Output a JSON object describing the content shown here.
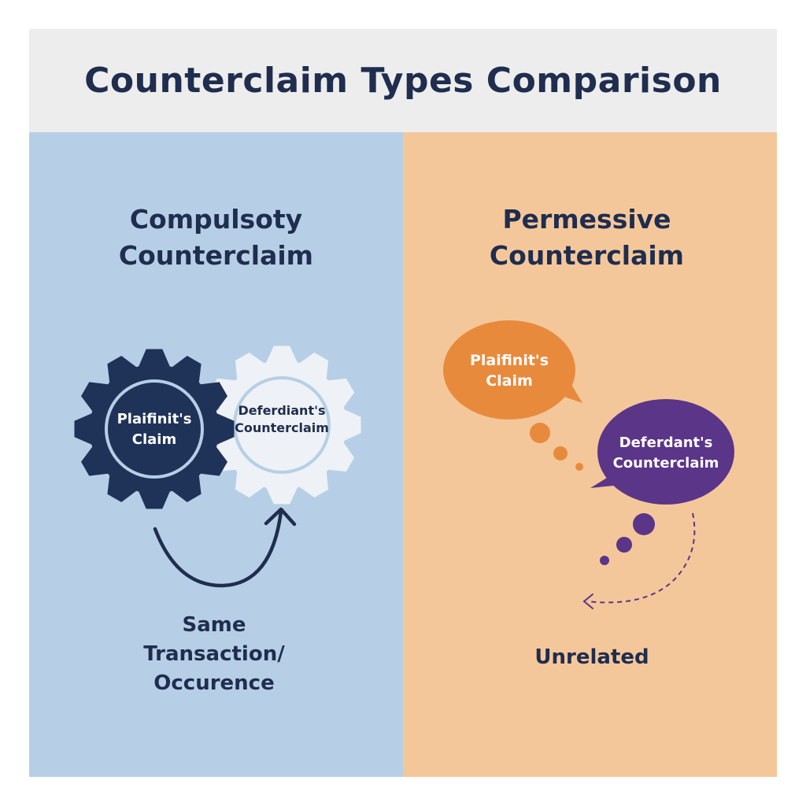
{
  "title": "Counterclaim Types Comparison",
  "left": {
    "heading_line1": "Compulsoty",
    "heading_line2": "Counterclaim",
    "gear_dark": {
      "line1": "Plaifinit's",
      "line2": "Claim"
    },
    "gear_light": {
      "line1": "Deferdiant's",
      "line2": "Counterclaim"
    },
    "caption_line1": "Same",
    "caption_line2": "Transaction/",
    "caption_line3": "Occurence"
  },
  "right": {
    "heading_line1": "Permessive",
    "heading_line2": "Counterclaim",
    "bubble_orange": {
      "line1": "Plaifinit's",
      "line2": "Claim"
    },
    "bubble_purple": {
      "line1": "Deferdant's",
      "line2": "Counterclaim"
    },
    "caption": "Unrelated"
  },
  "colors": {
    "left_panel": "#b6cfe6",
    "right_panel": "#f4c79b",
    "navy": "#1f2d4e",
    "gear_dark": "#1f3358",
    "gear_light": "#eef1f6",
    "orange": "#e88a3c",
    "purple": "#5a3588"
  },
  "icons": [
    "gear-icon",
    "speech-bubble-icon",
    "curved-arrow-icon",
    "dashed-arrow-icon"
  ]
}
